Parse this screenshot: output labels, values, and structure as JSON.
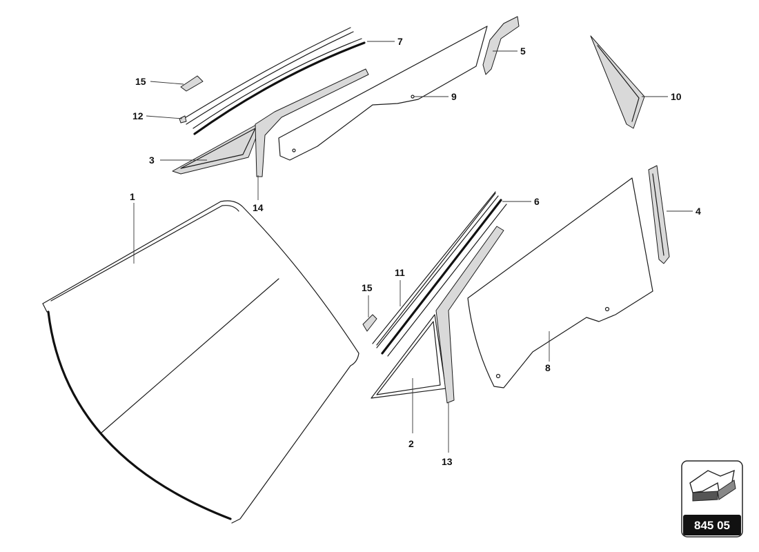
{
  "callouts": {
    "c1": "1",
    "c2": "2",
    "c3": "3",
    "c4": "4",
    "c5": "5",
    "c6": "6",
    "c7": "7",
    "c8": "8",
    "c9": "9",
    "c10": "10",
    "c11": "11",
    "c12": "12",
    "c13": "13",
    "c14": "14",
    "c15a": "15",
    "c15b": "15"
  },
  "badge": {
    "code": "845 05"
  }
}
